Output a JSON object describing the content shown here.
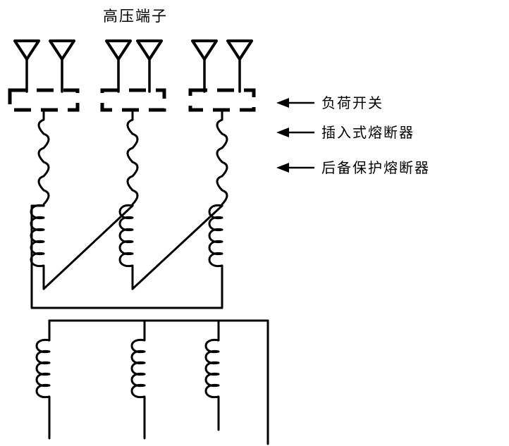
{
  "diagram": {
    "title": "高压端子",
    "annotations": [
      {
        "id": "load-switch",
        "label": "负荷开关"
      },
      {
        "id": "plug-in-fuse",
        "label": "插入式熔断器"
      },
      {
        "id": "backup-fuse",
        "label": "后备保护熔断器"
      }
    ],
    "colors": {
      "line": "#000000",
      "background": "#ffffff"
    }
  }
}
